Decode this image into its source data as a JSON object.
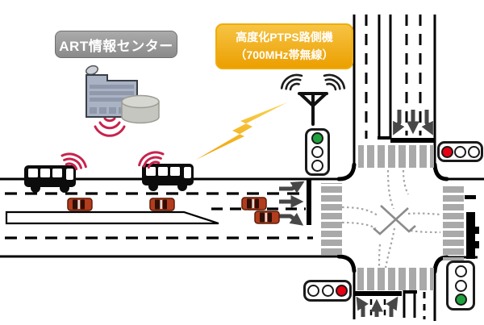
{
  "diagram": {
    "art_center_label": "ART情報センター",
    "ptps_label_line1": "高度化PTPS路側機",
    "ptps_label_line2": "（700MHz帯無線）"
  },
  "traffic_lights": [
    {
      "position": "northwest",
      "orientation": "vertical",
      "lamps": [
        "green",
        "off",
        "off"
      ]
    },
    {
      "position": "northeast",
      "orientation": "horizontal",
      "lamps": [
        "red",
        "off",
        "off"
      ]
    },
    {
      "position": "southwest",
      "orientation": "horizontal",
      "lamps": [
        "off",
        "off",
        "red"
      ]
    },
    {
      "position": "southeast",
      "orientation": "vertical",
      "lamps": [
        "off",
        "off",
        "green"
      ]
    }
  ],
  "vehicles": {
    "bus_count": 2,
    "car_count": 4
  },
  "icons": [
    "art-center-building-icon",
    "satellite-dish-icon",
    "database-cylinder-icon",
    "roadside-antenna-icon",
    "radio-wave-icon",
    "lightning-bolt-icon",
    "bus-icon",
    "car-icon",
    "lane-arrow-icon",
    "crosswalk",
    "traffic-light"
  ],
  "colors": {
    "signal_wave_red": "#c8234d",
    "lightning_yellow": "#f2b705",
    "traffic_green": "#1fa23d",
    "traffic_red": "#e60012",
    "car_red": "#b23c1d",
    "crosswalk_gray": "#a9a9a9",
    "box_orange": "#eda506",
    "box_gray": "#8f8f8f",
    "building_gray_blue": "#aab3c4"
  }
}
